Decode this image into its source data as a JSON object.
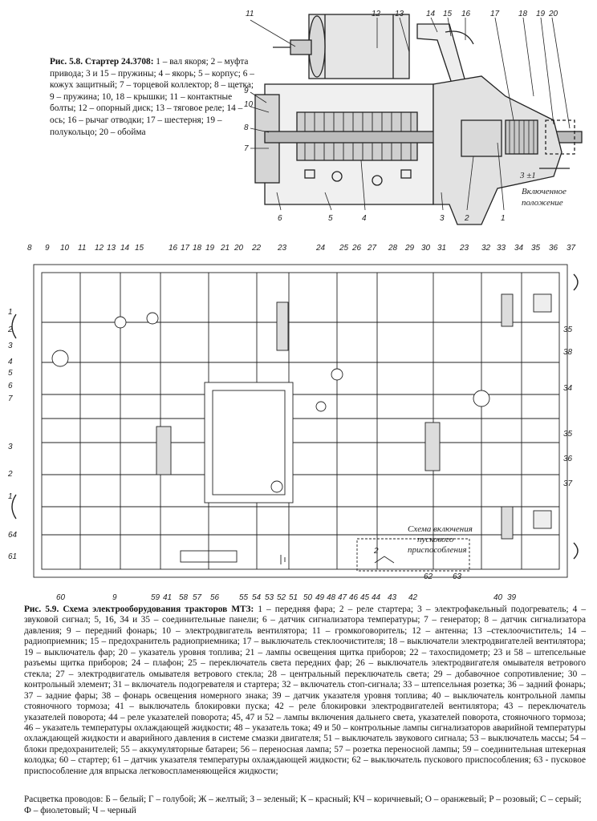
{
  "fig58": {
    "caption_title": "Рис. 5.8. Стартер 24.3708:",
    "caption_body": " 1 – вал якоря; 2 – муфта привода; 3 и 15 – пружины; 4 – якорь; 5 – корпус; 6 – кожух защитный; 7 – торцевой коллектор; 8 – щетка; 9 – пружина; 10, 18 – крышки; 11 – контактные болты; 12 – опорный диск; 13 – тяговое реле; 14 – ось; 16 – рычаг отводки; 17 – шестерня; 19 – полукольцо; 20 – обойма",
    "top_labels": [
      "11",
      "12",
      "13",
      "14",
      "15",
      "16",
      "17",
      "18",
      "19",
      "20"
    ],
    "left_labels": [
      "9",
      "10",
      "8",
      "7"
    ],
    "bottom_labels": [
      "6",
      "5",
      "4",
      "3",
      "2",
      "1"
    ],
    "dimension_label": "3 ±1",
    "position_label_1": "Включенное",
    "position_label_2": "положение"
  },
  "fig59": {
    "top_numbers": [
      "8",
      "9",
      "10",
      "11",
      "12",
      "13",
      "14",
      "15",
      "16",
      "17",
      "18",
      "19",
      "21",
      "20",
      "22",
      "23",
      "24",
      "25",
      "26",
      "27",
      "28",
      "29",
      "30",
      "31",
      "23",
      "32",
      "33",
      "34",
      "35",
      "36",
      "37"
    ],
    "left_numbers": [
      "1",
      "2",
      "3",
      "4",
      "5",
      "6",
      "7",
      "1",
      "2",
      "3",
      "64",
      "61",
      "60"
    ],
    "bottom_numbers": [
      "9",
      "59",
      "41",
      "58",
      "57",
      "56",
      "55",
      "54",
      "53",
      "52",
      "51",
      "50",
      "49",
      "48",
      "47",
      "46",
      "45",
      "44",
      "43",
      "42",
      "40",
      "39"
    ],
    "right_numbers": [
      "35",
      "38",
      "34",
      "35",
      "36",
      "37"
    ],
    "inset_label_1": "Схема включения",
    "inset_label_2": "пускового",
    "inset_label_3": "приспособления",
    "inset_numbers": [
      "2",
      "62",
      "63"
    ],
    "caption_title": "Рис. 5.9. Схема электрооборудования тракторов МТЗ:",
    "caption_body": " 1 – передняя фара; 2 – реле стартера; 3 – электрофакельный подогреватель; 4 – звуковой сигнал; 5, 16, 34 и 35 – соединительные панели; 6 – датчик сигнализатора температуры; 7 – генератор; 8 – датчик сигнализатора давления; 9 – передний фонарь; 10 – электродвигатель вентилятора; 11 – громкоговоритель; 12 – антенна; 13 –стеклоочиститель; 14 – радиоприемник; 15 – предохранитель радиоприемника; 17 – выключатель стеклоочистителя; 18 – выключатели электродвигателей вентилятора; 19 – выключатель фар; 20 – указатель уровня топлива; 21 – лампы освещения щитка приборов; 22 – тахоспидометр; 23 и 58 – штепсельные разъемы щитка приборов; 24 – плафон; 25 – переключатель света передних фар; 26 – выключатель электродвигателя омывателя ветрового стекла; 27 – электродвигатель омывателя ветрового стекла; 28 – центральный переключатель света; 29 – добавочное сопротивление; 30 – контрольный элемент; 31 – включатель подогревателя и стартера; 32 – включатель стоп-сигнала; 33 – штепсельная розетка; 36 – задний фонарь; 37 – задние фары; 38 – фонарь освещения номерного знака; 39 – датчик указателя уровня топлива; 40 – выключатель контрольной лампы стояночного тормоза; 41 – выключатель блокировки пуска; 42 – реле блокировки электродвигателей вентилятора; 43 – переключатель указателей поворота; 44 – реле указателей поворота; 45, 47 и 52 – лампы включения дальнего света, указателей поворота, стояночного тормоза; 46 – указатель температуры охлаждающей жидкости; 48 – указатель тока; 49 и 50 – контрольные лампы сигнализаторов аварийной температуры охлаждающей жидкости и аварийного давления в системе смазки двигателя; 51 – выключатель звукового сигнала; 53 – выключатель массы; 54 – блоки предохранителей; 55 – аккумуляторные батареи; 56 – переносная лампа; 57 – розетка переносной лампы; 59 – соединительная штекерная колодка; 60 – стартер; 61 – датчик указателя температуры охлаждающей жидкости; 62 – выключатель пускового приспособления; 63 - пусковое приспособление для впрыска легковоспламеняющейся жидкости;",
    "wire_colors": "Расцветка проводов: Б – белый; Г – голубой; Ж – желтый; З – зеленый; К – красный; КЧ – коричневый; О – оранжевый; Р – розовый; С – серый; Ф – фиолетовый; Ч – черный"
  }
}
